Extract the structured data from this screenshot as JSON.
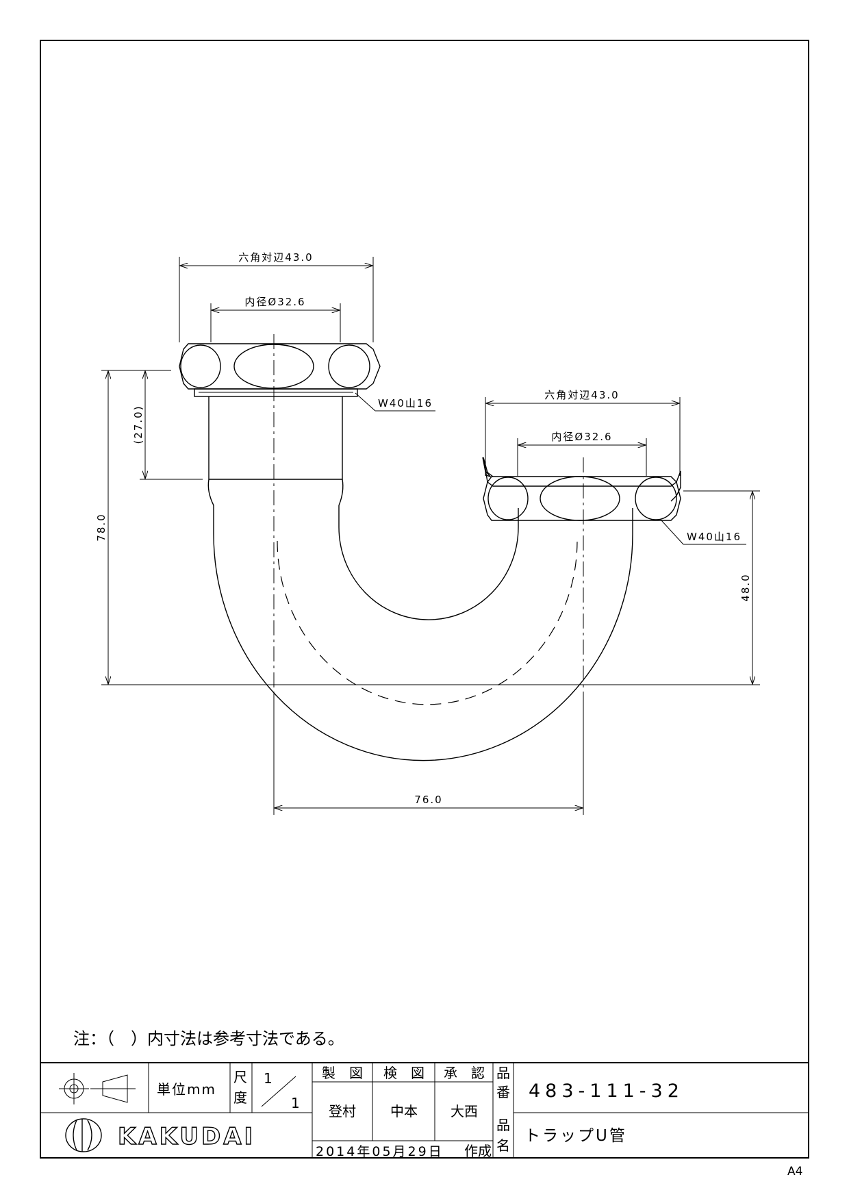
{
  "dimensions": {
    "hex_across_flats_left": "六角対辺43.0",
    "inner_dia_left": "内径Ø32.6",
    "hex_across_flats_right": "六角対辺43.0",
    "inner_dia_right": "内径Ø32.6",
    "thread_left": "W40山16",
    "thread_right": "W40山16",
    "ref_height": "(27.0)",
    "total_height": "78.0",
    "right_height": "48.0",
    "center_distance": "76.0"
  },
  "note": "注：（　）内寸法は参考寸法である。",
  "title_block": {
    "unit_label": "単位mm",
    "scale_label_top": "尺",
    "scale_label_bottom": "度",
    "scale_num": "1",
    "scale_den": "1",
    "drawn_header": "製　図",
    "checked_header": "検　図",
    "approved_header": "承　認",
    "drawn_by": "登村",
    "checked_by": "中本",
    "approved_by": "大西",
    "date_text": "2014年05月29日",
    "created_label": "作成",
    "part_no_label_top": "品",
    "part_no_label_bottom": "番",
    "part_no": "483-111-32",
    "name_label_top": "品",
    "name_label_bottom": "名",
    "part_name": "トラップU管",
    "brand": "KAKUDAI"
  },
  "paper_size": "A4"
}
